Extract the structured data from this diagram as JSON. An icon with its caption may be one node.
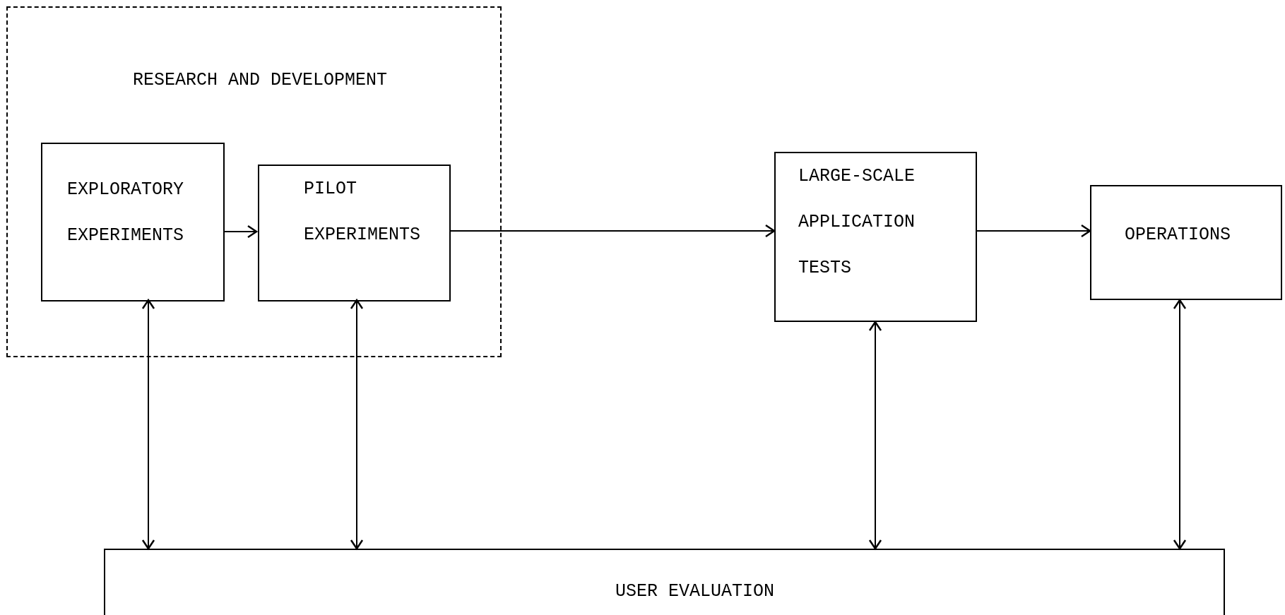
{
  "diagram": {
    "nodes": [
      {
        "text": [
          "RESEARCH AND DEVELOPMENT"
        ]
      },
      {
        "text": [
          "EXPLORATORY EXPERIMENTS"
        ],
        "in": 0
      },
      {
        "text": [
          "PILOT EXPERIMENTS"
        ],
        "in": 0
      },
      {
        "text": [
          "LARGE-SCALE APPLICATION TESTS"
        ]
      },
      {
        "text": [
          "OPERATIONS"
        ]
      },
      {
        "text": [
          "USER EVALUATION"
        ]
      }
    ],
    "edges": [
      {
        "from": 1,
        "to": 2,
        "arrow": "to"
      },
      {
        "from": 2,
        "to": 3,
        "arrow": "to"
      },
      {
        "from": 3,
        "to": 4,
        "arrow": "to"
      },
      {
        "from": 1,
        "to": 5,
        "arrow": "both"
      },
      {
        "from": 2,
        "to": 5,
        "arrow": "both"
      },
      {
        "from": 3,
        "to": 5,
        "arrow": "both"
      },
      {
        "from": 4,
        "to": 5,
        "arrow": "both"
      }
    ]
  }
}
